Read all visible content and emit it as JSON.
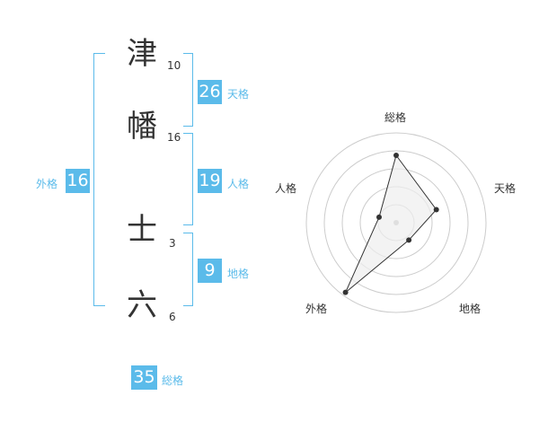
{
  "name": {
    "chars": [
      {
        "char": "津",
        "strokes": "10"
      },
      {
        "char": "幡",
        "strokes": "16"
      },
      {
        "char": "士",
        "strokes": "3"
      },
      {
        "char": "六",
        "strokes": "6"
      }
    ]
  },
  "fortunes": {
    "tenkaku": {
      "value": "26",
      "label": "天格"
    },
    "jinkaku": {
      "value": "19",
      "label": "人格"
    },
    "chikaku": {
      "value": "9",
      "label": "地格"
    },
    "gaikaku": {
      "value": "16",
      "label": "外格"
    },
    "soukaku": {
      "value": "35",
      "label": "総格"
    }
  },
  "radar": {
    "axes": [
      "総格",
      "天格",
      "地格",
      "外格",
      "人格"
    ],
    "values": [
      0.75,
      0.47,
      0.24,
      0.96,
      0.2
    ],
    "colors": {
      "ring": "#cccccc",
      "fill": "#eeeeee",
      "line": "#333333",
      "point": "#333333",
      "center": "#bbbbbb"
    }
  },
  "colors": {
    "accent": "#5bbbea",
    "text": "#333333"
  }
}
